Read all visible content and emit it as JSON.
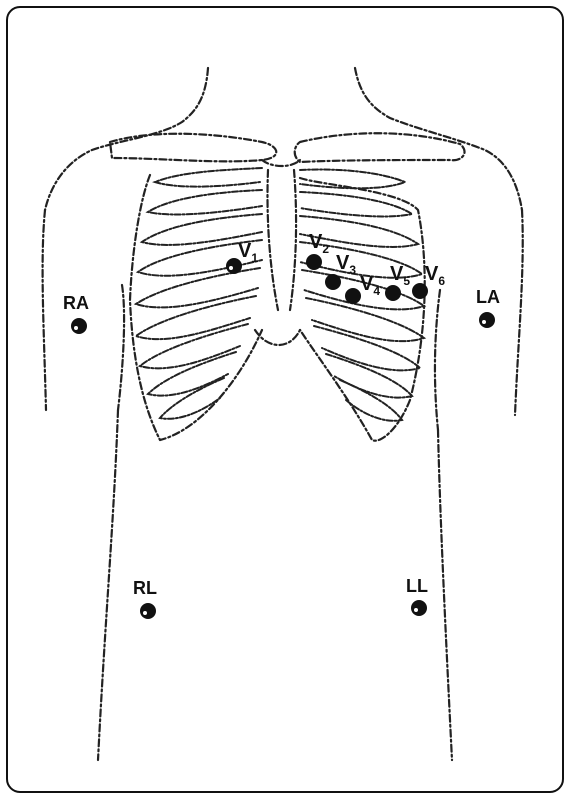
{
  "figure": {
    "electrodes": [
      {
        "id": "V1",
        "base": "V",
        "sub": "1"
      },
      {
        "id": "V2",
        "base": "V",
        "sub": "2"
      },
      {
        "id": "V3",
        "base": "V",
        "sub": "3"
      },
      {
        "id": "V4",
        "base": "V",
        "sub": "4"
      },
      {
        "id": "V5",
        "base": "V",
        "sub": "5"
      },
      {
        "id": "V6",
        "base": "V",
        "sub": "6"
      }
    ],
    "limb_leads": {
      "ra": "RA",
      "la": "LA",
      "rl": "RL",
      "ll": "LL"
    },
    "colors": {
      "ink": "#111111",
      "background": "#ffffff"
    }
  }
}
